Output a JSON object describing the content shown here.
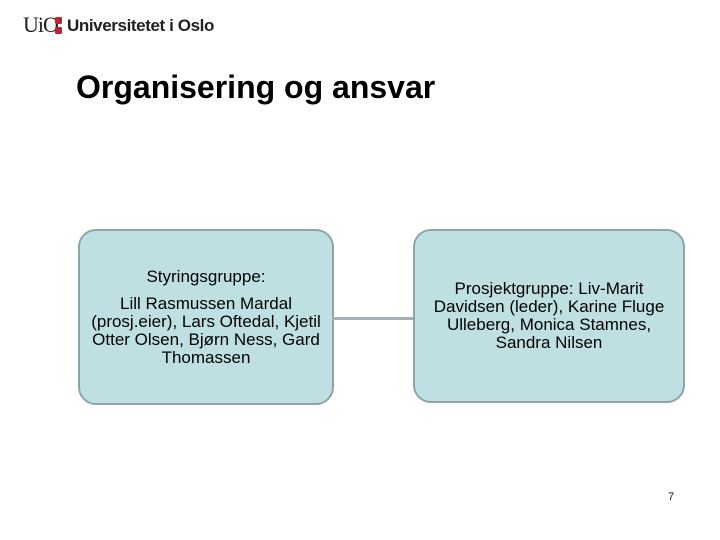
{
  "logo": {
    "wordmark": "UiO",
    "institution": "Universitetet i Oslo"
  },
  "title": "Organisering og ansvar",
  "page_number": "7",
  "diagram": {
    "boxes": [
      {
        "name": "styringsgruppe",
        "heading": "Styringsgruppe:",
        "body": "Lill Rasmussen Mardal (prosj.eier), Lars Oftedal, Kjetil Otter Olsen, Bjørn Ness, Gard Thomassen"
      },
      {
        "name": "prosjektgruppe",
        "body": "Prosjektgruppe: Liv-Marit Davidsen (leder), Karine Fluge Ulleberg, Monica Stamnes, Sandra Nilsen"
      }
    ]
  },
  "colors": {
    "box_fill": "#bfe0e3",
    "box_border": "#8fa4a8",
    "connector": "#a3b1b4",
    "logo_red": "#bd2433",
    "logo_text": "#231f20",
    "title_text": "#000000"
  }
}
